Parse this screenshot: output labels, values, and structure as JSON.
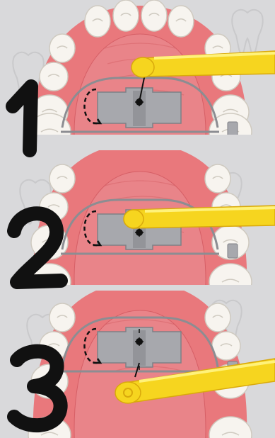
{
  "steps": [
    {
      "number": "1",
      "key_position": "in-hole"
    },
    {
      "number": "2",
      "key_position": "turning"
    },
    {
      "number": "3",
      "key_position": "removed"
    }
  ],
  "colors": {
    "background": "#d9d9db",
    "gums": "#e9787c",
    "gums_dark": "#d65f66",
    "palate": "#e98489",
    "tooth": "#f7f4ef",
    "tooth_shadow": "#cfcac0",
    "expander": "#a7a8ad",
    "expander_dark": "#7f8086",
    "wire": "#8c8d92",
    "key": "#f6d51f",
    "key_light": "#fff27a",
    "key_dark": "#d9a90c",
    "ink": "#111111",
    "watermark": "#c9c9cb"
  },
  "icons": [
    "tooth-watermark",
    "expansion-arrow",
    "expander-key",
    "jackscrew"
  ]
}
